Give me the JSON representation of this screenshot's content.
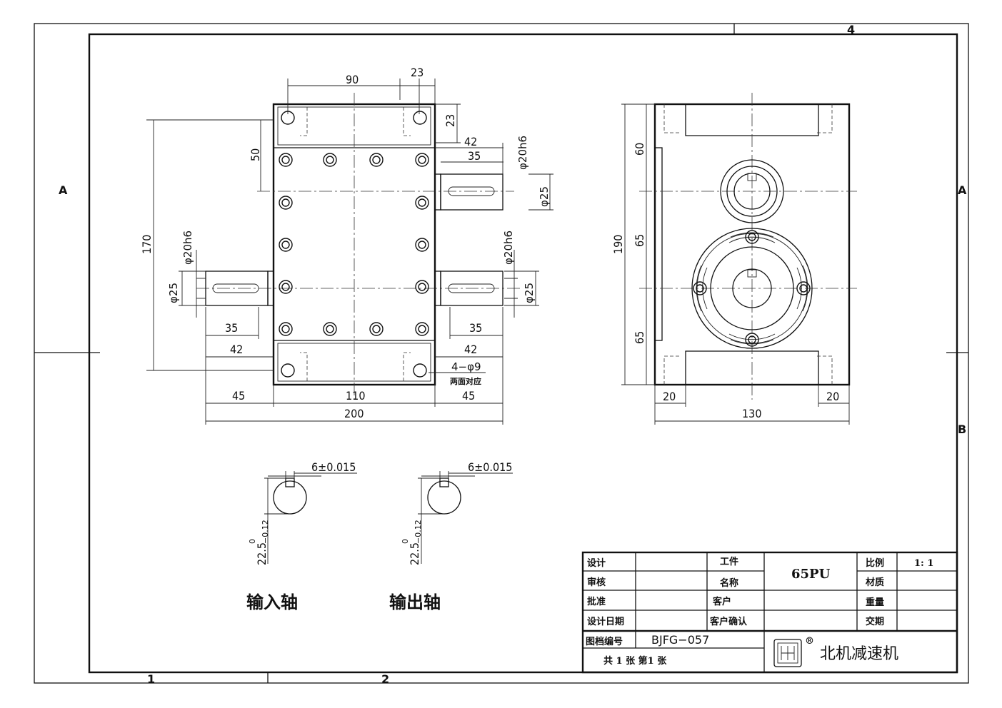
{
  "zones": {
    "a_left": "A",
    "a_right": "A",
    "b_right": "B",
    "top_4": "4",
    "bottom_1": "1",
    "bottom_2": "2"
  },
  "front_view": {
    "dim_90": "90",
    "dim_23_top": "23",
    "dim_23_side": "23",
    "dim_50": "50",
    "dim_42_upper": "42",
    "dim_35_upper": "35",
    "dim_phi20h6_upper": "φ20h6",
    "dim_phi25_upper": "φ25",
    "dim_170": "170",
    "dim_phi20h6_left": "φ20h6",
    "dim_phi25_left": "φ25",
    "dim_phi20h6_right": "φ20h6",
    "dim_phi25_right": "φ25",
    "dim_35_left": "35",
    "dim_42_left": "42",
    "dim_35_right": "35",
    "dim_42_right": "42",
    "hole_note": "4−φ9",
    "hole_note2": "两面对应",
    "dim_45_left": "45",
    "dim_110": "110",
    "dim_45_right": "45",
    "dim_200": "200"
  },
  "side_view": {
    "dim_60": "60",
    "dim_65_mid": "65",
    "dim_65_low": "65",
    "dim_190": "190",
    "dim_20_left": "20",
    "dim_20_right": "20",
    "dim_130": "130"
  },
  "shaft_sections": {
    "key_tol_1": "6±0.015",
    "key_tol_2": "6±0.015",
    "depth_1": "22.5",
    "depth_1_tol": "0",
    "depth_1_tol2": "−0.12",
    "depth_2": "22.5",
    "depth_2_tol": "0",
    "depth_2_tol2": "−0.12",
    "label_input": "输入轴",
    "label_output": "输出轴"
  },
  "title_block": {
    "design": "设计",
    "review": "审核",
    "approve": "批准",
    "design_date": "设计日期",
    "part": "工件",
    "name": "名称",
    "customer": "客户",
    "customer_confirm": "客户确认",
    "model": "65PU",
    "scale_label": "比例",
    "scale_value": "1: 1",
    "material": "材质",
    "weight": "重量",
    "delivery": "交期",
    "drawing_no_label": "图档编号",
    "drawing_no": "BJFG−057",
    "sheets": "共 1 张 第1 张",
    "company": "北机减速机",
    "registered": "®"
  }
}
